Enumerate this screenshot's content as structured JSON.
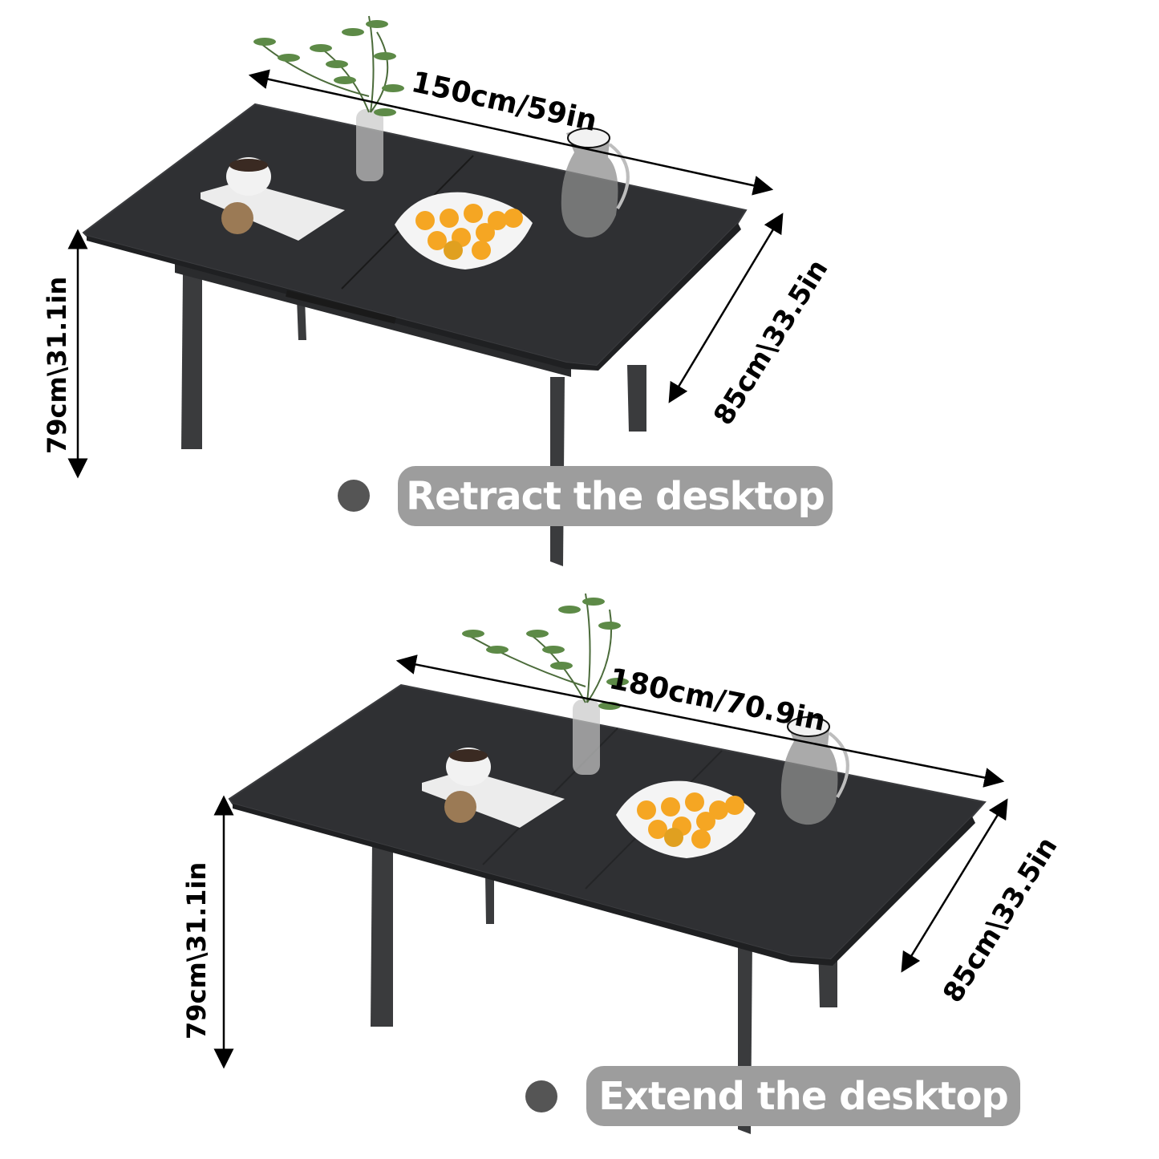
{
  "colors": {
    "tabletop": "#2f3033",
    "tabletop_edge": "#3b3c3f",
    "legs": "#3a3b3d",
    "pill_background": "#9d9d9d",
    "pill_text": "#ffffff",
    "bullet": "#555555",
    "dimension_lines": "#000000"
  },
  "retracted": {
    "caption": "Retract the desktop",
    "dimensions": {
      "length": "150cm/59in",
      "width": "85cm\\33.5in",
      "height": "79cm\\31.1in"
    },
    "items_on_table": [
      "vase-with-greenery",
      "coffee-cup",
      "napkin",
      "decorative-ball",
      "fruit-bowl-oranges",
      "glass-pitcher"
    ]
  },
  "extended": {
    "caption": "Extend the desktop",
    "dimensions": {
      "length": "180cm/70.9in",
      "width": "85cm\\33.5in",
      "height": "79cm\\31.1in"
    },
    "items_on_table": [
      "vase-with-greenery",
      "coffee-cup",
      "napkin",
      "decorative-ball",
      "fruit-bowl-oranges",
      "glass-pitcher"
    ]
  }
}
